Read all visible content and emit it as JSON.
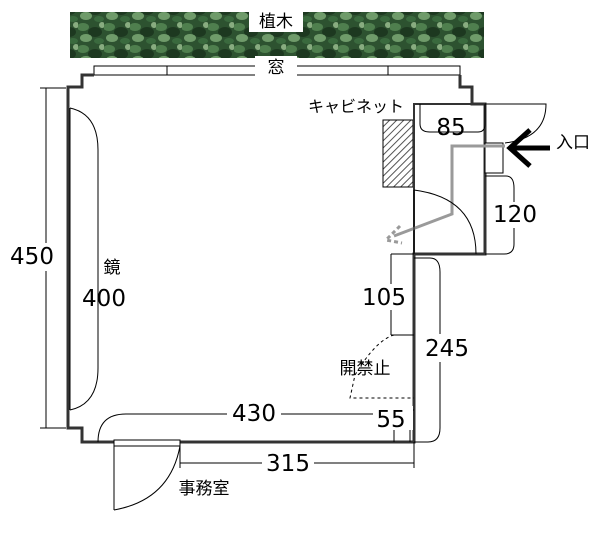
{
  "labels": {
    "plants": "植木",
    "window": "窓",
    "cabinet": "キャビネット",
    "entrance": "入口",
    "mirror": "鏡",
    "no_opening": "開禁止",
    "office": "事務室"
  },
  "dimensions": {
    "total_height": "450",
    "mirror_length": "400",
    "entrance_width": "85",
    "entrance_depth": "120",
    "wall_segment": "105",
    "right_wall": "245",
    "room_width": "430",
    "corner": "55",
    "bottom_wall": "315"
  },
  "colors": {
    "wall": "#333333",
    "line": "#000000",
    "plants_dark": "#1f3a22",
    "plants_mid": "#3a6a3e",
    "plants_light": "#6f9b6a",
    "path_gray": "#9a9a9a",
    "hatch": "#555555"
  }
}
